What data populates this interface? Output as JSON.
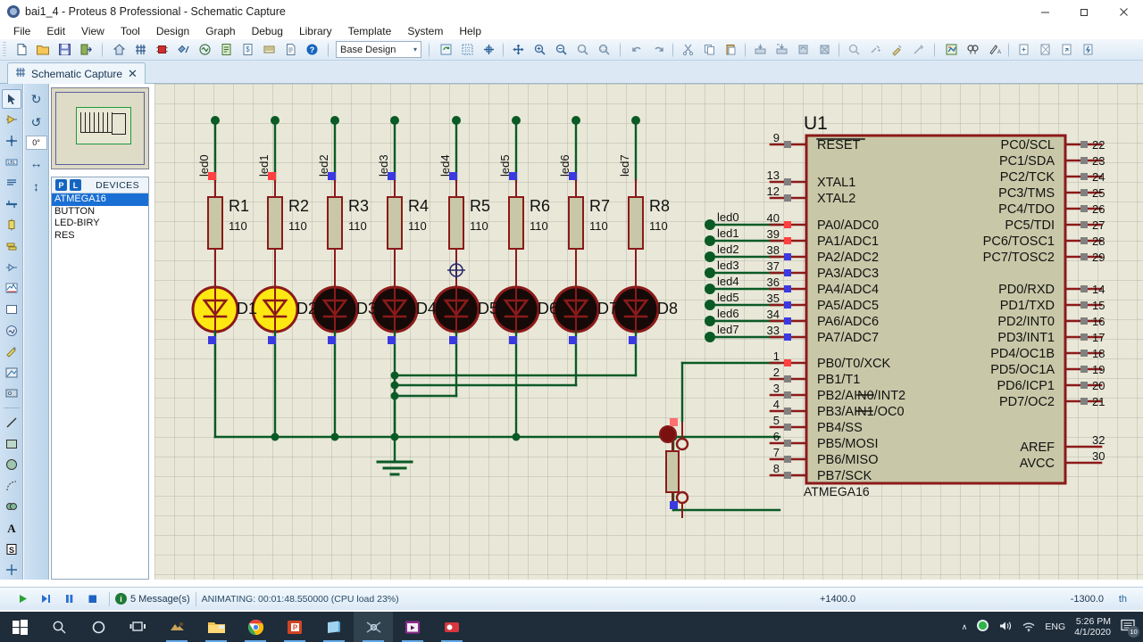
{
  "window": {
    "title": "bai1_4 - Proteus 8 Professional - Schematic Capture",
    "minimize": "–",
    "maximize": "❐",
    "close": "✕"
  },
  "menubar": {
    "items": [
      "File",
      "Edit",
      "View",
      "Tool",
      "Design",
      "Graph",
      "Debug",
      "Library",
      "Template",
      "System",
      "Help"
    ]
  },
  "toolbar": {
    "design_combo": {
      "value": "Base Design",
      "carat": "▾"
    },
    "groups": [
      {
        "name": "file",
        "buttons": [
          "new-sheet-icon",
          "open-design-icon",
          "save-design-icon",
          "import-export-icon"
        ]
      },
      {
        "name": "project",
        "buttons": [
          "home-icon",
          "schematic-capture-icon",
          "pcb-layout-icon",
          "3d-viewer-icon",
          "simulation-icon",
          "bill-of-materials-icon",
          "design-explorer-icon",
          "report-icon",
          "text-document-icon",
          "help-icon"
        ]
      },
      {
        "name": "view",
        "buttons": [
          "refresh-icon",
          "toggle-grid-icon",
          "origin-icon",
          "pan-icon",
          "zoom-in-icon",
          "zoom-out-icon",
          "zoom-all-icon",
          "zoom-area-icon"
        ]
      },
      {
        "name": "edit",
        "buttons": [
          "undo-icon",
          "redo-icon",
          "cut-icon",
          "copy-icon",
          "paste-icon",
          "block-copy-icon",
          "block-move-icon",
          "block-rotate-icon",
          "block-delete-icon",
          "pick-device-icon",
          "make-device-icon",
          "packaging-tool-icon",
          "decompose-icon"
        ]
      },
      {
        "name": "tools",
        "buttons": [
          "wire-autorouter-icon",
          "search-tag-icon",
          "property-assignment-icon",
          "new-sheet2-icon",
          "remove-sheet-icon",
          "exit-sheet-icon",
          "bill-materials-icon"
        ]
      }
    ]
  },
  "tab": {
    "label": "Schematic Capture",
    "close": "✕"
  },
  "orientation": {
    "rotate_cw": "↻",
    "rotate_ccw": "↺",
    "angle": "0°",
    "mirror_x": "↔",
    "mirror_y": "↕"
  },
  "toolcolumn": {
    "tools": [
      "selection-mode-icon",
      "component-mode-icon",
      "junction-dot-mode-icon",
      "wire-label-mode-icon",
      "text-script-mode-icon",
      "bus-mode-icon",
      "subcircuit-mode-icon",
      "terminals-mode-icon",
      "device-pins-mode-icon",
      "graph-mode-icon",
      "tape-recorder-mode-icon",
      "generator-mode-icon",
      "voltage-probe-mode-icon",
      "current-probe-mode-icon",
      "virtual-instrument-mode-icon",
      "line-tool-icon",
      "box-tool-icon",
      "circle-tool-icon",
      "arc-tool-icon",
      "path-tool-icon",
      "text-tool-icon",
      "symbol-tool-icon",
      "marker-tool-icon"
    ]
  },
  "devices_panel": {
    "p_button": "P",
    "l_button": "L",
    "title": "DEVICES",
    "items": [
      "ATMEGA16",
      "BUTTON",
      "LED-BIRY",
      "RES"
    ],
    "selected": "ATMEGA16"
  },
  "schematic": {
    "mcu": {
      "reference": "U1",
      "part": "ATMEGA16",
      "left_pins": [
        {
          "pin": "9",
          "label": "RESET",
          "overline": true
        },
        {
          "pin": "13",
          "label": "XTAL1"
        },
        {
          "pin": "12",
          "label": "XTAL2"
        },
        {
          "pin": "40",
          "label": "PA0/ADC0"
        },
        {
          "pin": "39",
          "label": "PA1/ADC1"
        },
        {
          "pin": "38",
          "label": "PA2/ADC2"
        },
        {
          "pin": "37",
          "label": "PA3/ADC3"
        },
        {
          "pin": "36",
          "label": "PA4/ADC4"
        },
        {
          "pin": "35",
          "label": "PA5/ADC5"
        },
        {
          "pin": "34",
          "label": "PA6/ADC6"
        },
        {
          "pin": "33",
          "label": "PA7/ADC7"
        },
        {
          "pin": "1",
          "label": "PB0/T0/XCK"
        },
        {
          "pin": "2",
          "label": "PB1/T1"
        },
        {
          "pin": "3",
          "label": "PB2/AIN0/INT2"
        },
        {
          "pin": "4",
          "label": "PB3/AIN1/OC0"
        },
        {
          "pin": "5",
          "label": "PB4/SS"
        },
        {
          "pin": "6",
          "label": "PB5/MOSI"
        },
        {
          "pin": "7",
          "label": "PB6/MISO"
        },
        {
          "pin": "8",
          "label": "PB7/SCK"
        }
      ],
      "right_pins": [
        {
          "pin": "22",
          "label": "PC0/SCL"
        },
        {
          "pin": "23",
          "label": "PC1/SDA"
        },
        {
          "pin": "24",
          "label": "PC2/TCK"
        },
        {
          "pin": "25",
          "label": "PC3/TMS"
        },
        {
          "pin": "26",
          "label": "PC4/TDO"
        },
        {
          "pin": "27",
          "label": "PC5/TDI"
        },
        {
          "pin": "28",
          "label": "PC6/TOSC1"
        },
        {
          "pin": "29",
          "label": "PC7/TOSC2"
        },
        {
          "pin": "14",
          "label": "PD0/RXD"
        },
        {
          "pin": "15",
          "label": "PD1/TXD"
        },
        {
          "pin": "16",
          "label": "PD2/INT0"
        },
        {
          "pin": "17",
          "label": "PD3/INT1"
        },
        {
          "pin": "18",
          "label": "PD4/OC1B"
        },
        {
          "pin": "19",
          "label": "PD5/OC1A"
        },
        {
          "pin": "20",
          "label": "PD6/ICP1"
        },
        {
          "pin": "21",
          "label": "PD7/OC2"
        },
        {
          "pin": "32",
          "label": "AREF"
        },
        {
          "pin": "30",
          "label": "AVCC"
        }
      ]
    },
    "net_labels_top": [
      "led0",
      "led1",
      "led2",
      "led3",
      "led4",
      "led5",
      "led6",
      "led7"
    ],
    "net_labels_mcu": [
      "led0",
      "led1",
      "led2",
      "led3",
      "led4",
      "led5",
      "led6",
      "led7"
    ],
    "resistors": [
      {
        "ref": "R1",
        "value": "110"
      },
      {
        "ref": "R2",
        "value": "110"
      },
      {
        "ref": "R3",
        "value": "110"
      },
      {
        "ref": "R4",
        "value": "110"
      },
      {
        "ref": "R5",
        "value": "110"
      },
      {
        "ref": "R6",
        "value": "110"
      },
      {
        "ref": "R7",
        "value": "110"
      },
      {
        "ref": "R8",
        "value": "110"
      }
    ],
    "leds": [
      {
        "ref": "D1",
        "state": "on"
      },
      {
        "ref": "D2",
        "state": "on"
      },
      {
        "ref": "D3",
        "state": "off"
      },
      {
        "ref": "D4",
        "state": "off"
      },
      {
        "ref": "D5",
        "state": "off"
      },
      {
        "ref": "D6",
        "state": "off"
      },
      {
        "ref": "D7",
        "state": "off"
      },
      {
        "ref": "D8",
        "state": "off"
      }
    ],
    "colors": {
      "wire": "#0a5a26",
      "component_outline": "#8b1a1a",
      "body_fill": "#c8c8a8",
      "canvas": "#e9e8d8",
      "led_on": "#ffe712",
      "led_off": "#150a08",
      "probe_high": "#ff4040",
      "probe_low": "#3a3ae0"
    }
  },
  "statusbar": {
    "play": "▶",
    "step": "▶|",
    "pause": "❙❙",
    "stop": "■",
    "message_count": "5 Message(s)",
    "message_icon_glyph": "i",
    "animating": "ANIMATING: 00:01:48.550000 (CPU load 23%)",
    "coord_x": "+1400.0",
    "coord_y": "-1300.0",
    "units": "th"
  },
  "taskbar": {
    "start": "start-windows-icon",
    "items": [
      {
        "name": "search-icon",
        "running": false
      },
      {
        "name": "cortana-icon",
        "running": false
      },
      {
        "name": "task-view-icon",
        "running": false
      },
      {
        "name": "unikey-icon",
        "running": true
      },
      {
        "name": "file-explorer-icon",
        "running": true
      },
      {
        "name": "google-chrome-icon",
        "running": true
      },
      {
        "name": "powerpoint-icon",
        "running": true
      },
      {
        "name": "sticky-notes-icon",
        "running": true
      },
      {
        "name": "proteus-icon",
        "running": true,
        "active": true
      },
      {
        "name": "media-player-icon",
        "running": true
      },
      {
        "name": "bandicam-icon",
        "running": true
      },
      {
        "name": "app-icon",
        "running": true
      }
    ],
    "tray": {
      "show_hidden": "∧",
      "antivirus": "shield-icon",
      "volume": "speaker-icon",
      "network": "wifi-icon",
      "language": "ENG",
      "time": "5:26 PM",
      "date": "4/1/2020",
      "notifications": "notifications-icon",
      "notification_count": "10"
    }
  }
}
